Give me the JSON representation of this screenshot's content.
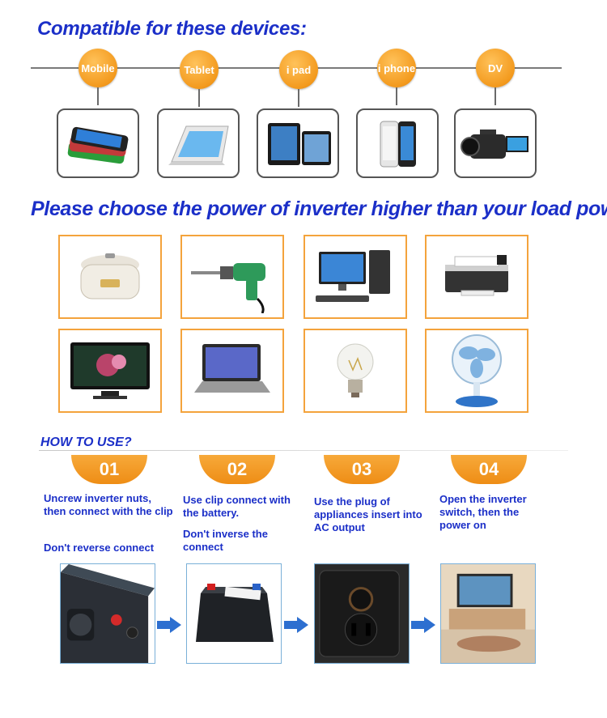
{
  "compatible": {
    "title": "Compatible for these devices:",
    "devices": [
      {
        "label": "Mobile",
        "icon": "smartphone-stack-icon"
      },
      {
        "label": "Tablet",
        "icon": "tablet-icon"
      },
      {
        "label": "i pad",
        "icon": "ipad-icon"
      },
      {
        "label": "i phone",
        "icon": "iphone-icon"
      },
      {
        "label": "DV",
        "icon": "camcorder-icon"
      }
    ]
  },
  "power": {
    "title": "Please choose the power of inverter higher than your load power",
    "appliances": [
      {
        "icon": "rice-cooker-icon"
      },
      {
        "icon": "power-drill-icon"
      },
      {
        "icon": "desktop-computer-icon"
      },
      {
        "icon": "printer-icon"
      },
      {
        "icon": "television-icon"
      },
      {
        "icon": "laptop-icon"
      },
      {
        "icon": "light-bulb-icon"
      },
      {
        "icon": "electric-fan-icon"
      }
    ]
  },
  "howto": {
    "title": "HOW TO USE?",
    "steps": [
      {
        "num": "01",
        "text": "Uncrew inverter nuts, then connect with the clip",
        "note": "Don't reverse connect"
      },
      {
        "num": "02",
        "text": "Use clip connect with the battery.",
        "note": "Don't inverse the connect"
      },
      {
        "num": "03",
        "text": "Use the plug of appliances insert into AC output",
        "note": ""
      },
      {
        "num": "04",
        "text": "Open the inverter switch, then the power on",
        "note": ""
      }
    ]
  },
  "colors": {
    "accent": "#f39a1e",
    "heading": "#1b2fc8",
    "arrow": "#2d6fd0"
  }
}
